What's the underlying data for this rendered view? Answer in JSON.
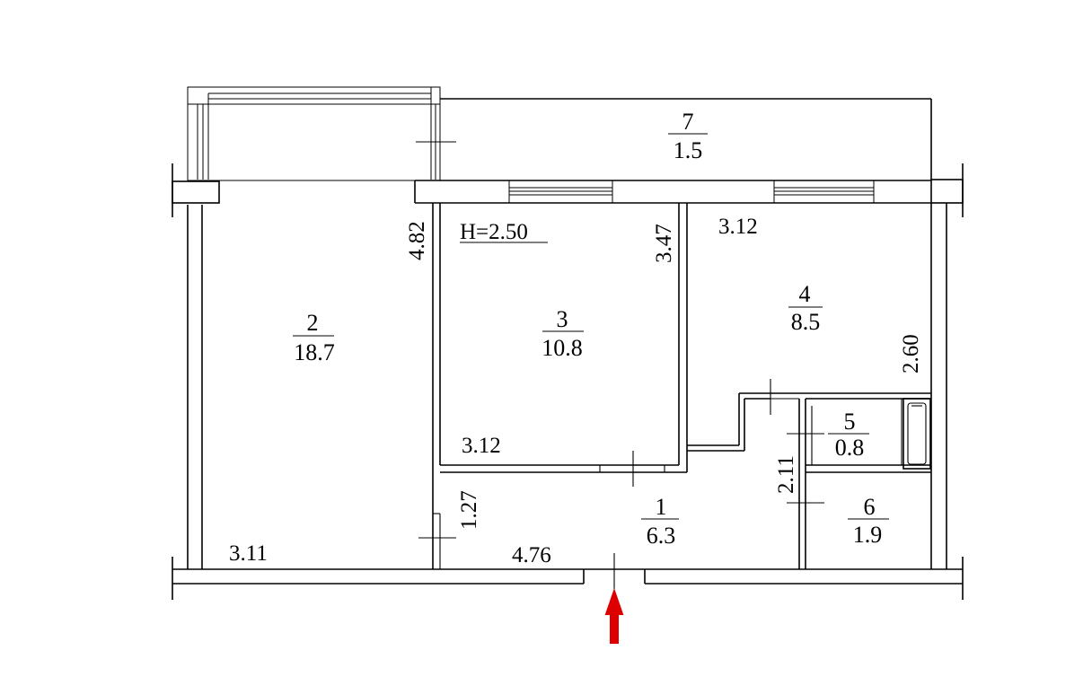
{
  "plan": {
    "ceiling_height": "H=2.50",
    "rooms": [
      {
        "id": "1",
        "number": "1",
        "area": "6.3"
      },
      {
        "id": "2",
        "number": "2",
        "area": "18.7"
      },
      {
        "id": "3",
        "number": "3",
        "area": "10.8"
      },
      {
        "id": "4",
        "number": "4",
        "area": "8.5"
      },
      {
        "id": "5",
        "number": "5",
        "area": "0.8"
      },
      {
        "id": "6",
        "number": "6",
        "area": "1.9"
      },
      {
        "id": "7",
        "number": "7",
        "area": "1.5"
      }
    ],
    "dimensions": {
      "room2_width": "3.11",
      "room2_length": "4.82",
      "room3_width": "3.12",
      "room3_length": "3.47",
      "room4_width": "3.12",
      "room4_length": "2.60",
      "hall_width": "4.76",
      "hall_depth": "1.27",
      "bath_length": "2.11"
    },
    "entrance_arrow_color": "#dd0000"
  }
}
